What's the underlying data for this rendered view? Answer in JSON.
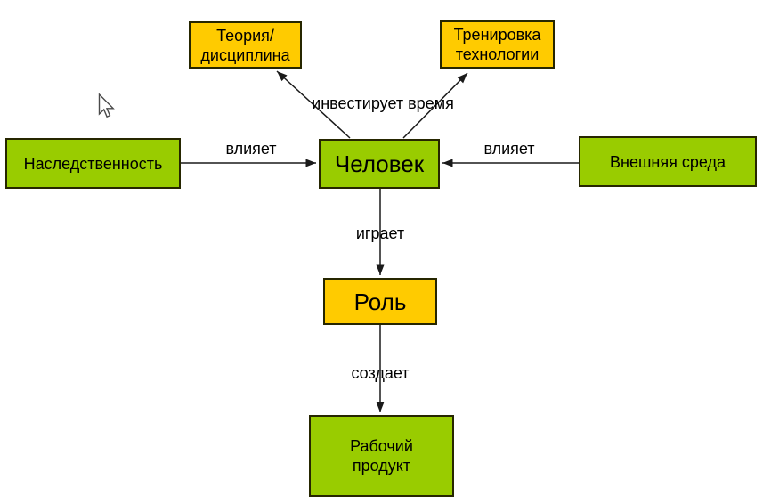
{
  "colors": {
    "canvas": "#FFFFFF",
    "yellow": "#FFCB00",
    "green": "#99CC00",
    "border": "#262600",
    "line": "#1A1A1A",
    "text": "#000000"
  },
  "nodes": {
    "theory": {
      "fill": "yellow",
      "line1": "Теория/",
      "line2": "дисциплина"
    },
    "training": {
      "fill": "yellow",
      "line1": "Тренировка",
      "line2": "технологии"
    },
    "heredity": {
      "fill": "green",
      "line1": "Наследственность"
    },
    "person": {
      "fill": "green",
      "line1": "Человек"
    },
    "environment": {
      "fill": "green",
      "line1": "Внешняя среда"
    },
    "role": {
      "fill": "yellow",
      "line1": "Роль"
    },
    "product": {
      "fill": "green",
      "line1": "Рабочий",
      "line2": "продукт"
    }
  },
  "edges": [
    {
      "from": "person",
      "to": "theory",
      "label": "инвестирует время"
    },
    {
      "from": "person",
      "to": "training",
      "label": "инвестирует время"
    },
    {
      "from": "heredity",
      "to": "person",
      "label": "влияет"
    },
    {
      "from": "environment",
      "to": "person",
      "label": "влияет"
    },
    {
      "from": "person",
      "to": "role",
      "label": "играет"
    },
    {
      "from": "role",
      "to": "product",
      "label": "создает"
    }
  ],
  "icons": {
    "cursor": "arrow-pointer"
  }
}
